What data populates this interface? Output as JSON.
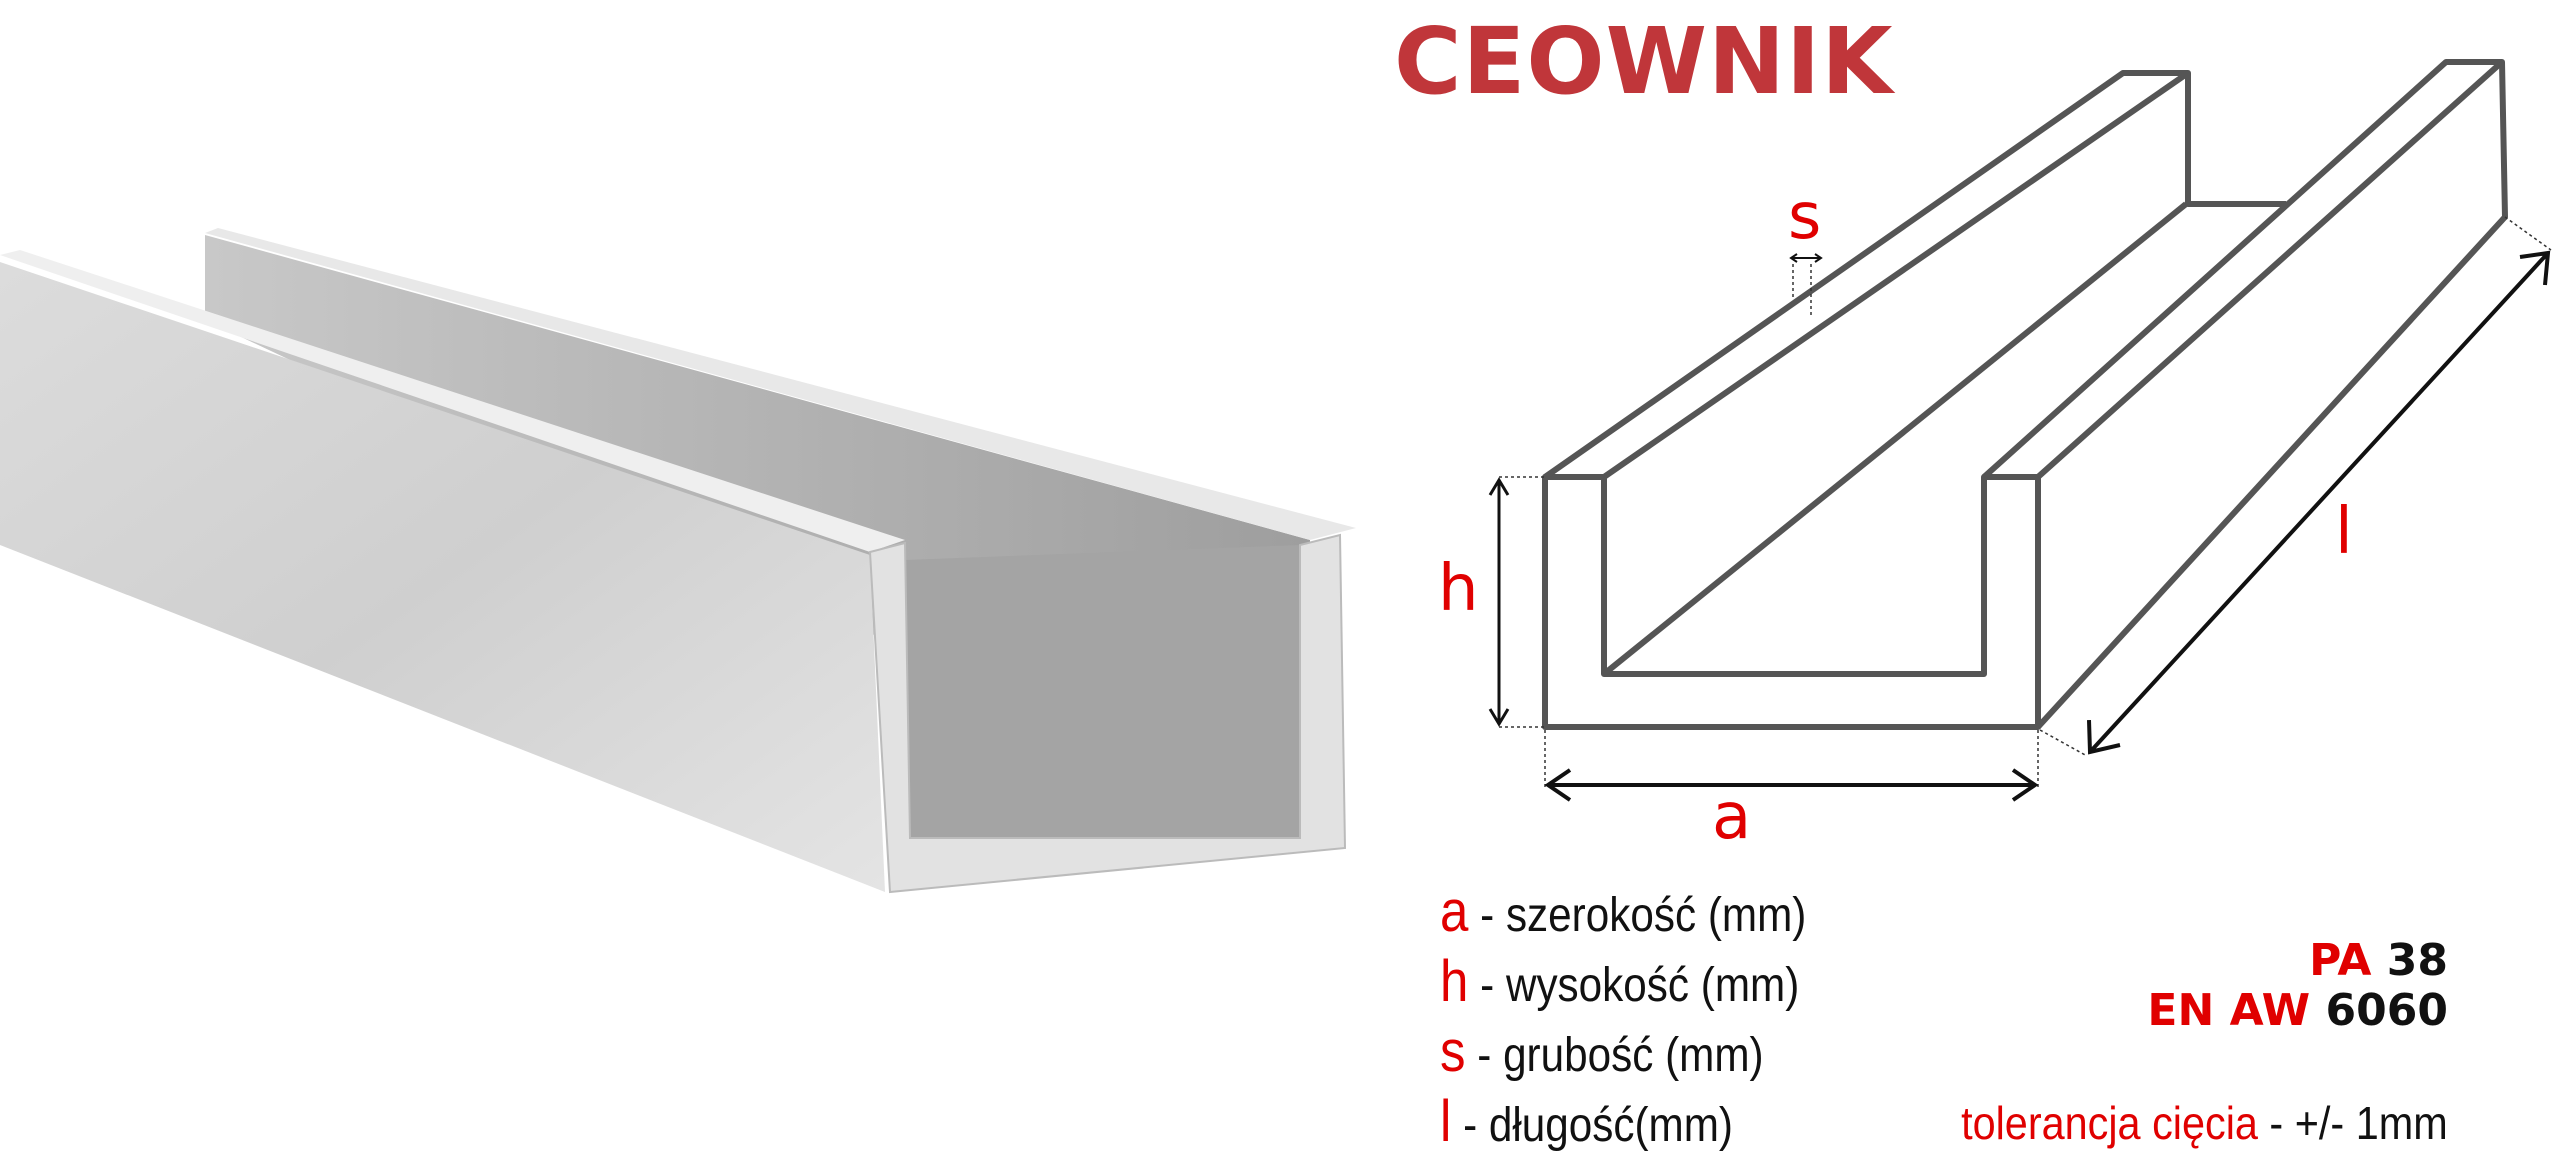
{
  "title": "CEOWNIK",
  "dimensions": {
    "a": "a",
    "h": "h",
    "s": "s",
    "l": "l"
  },
  "legend": [
    {
      "key": "a",
      "text": "- szerokość (mm)"
    },
    {
      "key": "h",
      "text": "- wysokość (mm)"
    },
    {
      "key": "s",
      "text": "- grubość (mm)"
    },
    {
      "key": "l",
      "text": "- długość(mm)"
    }
  ],
  "material": {
    "pa_label": "PA",
    "pa_value": "38",
    "en_label": "EN AW",
    "en_value": "6060"
  },
  "tolerance": {
    "label": "tolerancja cięcia",
    "value": "- +/- 1mm"
  },
  "colors": {
    "title": "#c0363a",
    "accent": "#e00000",
    "line": "#555555"
  }
}
